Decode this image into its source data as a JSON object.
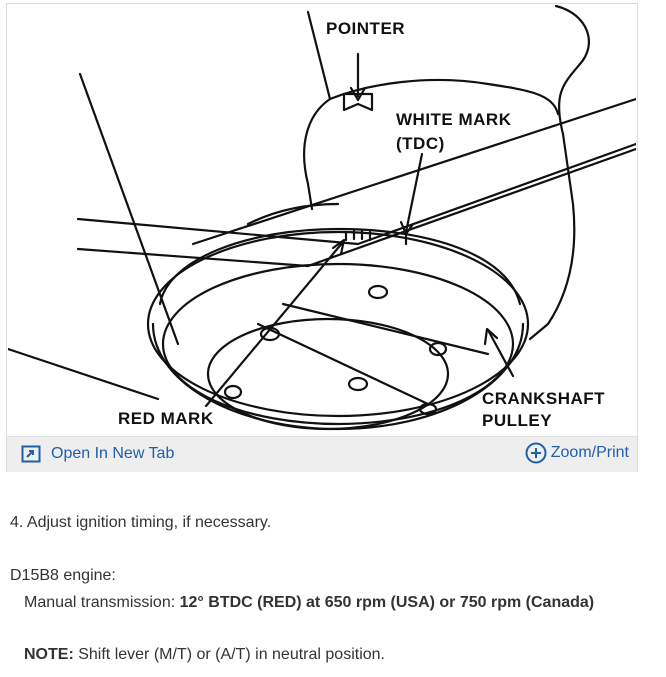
{
  "figure": {
    "labels": {
      "pointer": "POINTER",
      "white_mark": "WHITE MARK",
      "tdc": "(TDC)",
      "red_mark": "RED MARK",
      "crankshaft": "CRANKSHAFT",
      "pulley": "PULLEY"
    }
  },
  "toolbar": {
    "open_new_tab": "Open In New Tab",
    "zoom_print": "Zoom/Print",
    "accent_color": "#1f5fa8"
  },
  "content": {
    "step": "4. Adjust ignition timing, if necessary.",
    "engine": "D15B8 engine:",
    "manual_label": "Manual transmission:",
    "manual_value": "12° BTDC (RED) at 650 rpm (USA) or 750 rpm (Canada)",
    "note_label": "NOTE:",
    "note_text": "Shift lever (M/T) or (A/T) in neutral position."
  }
}
